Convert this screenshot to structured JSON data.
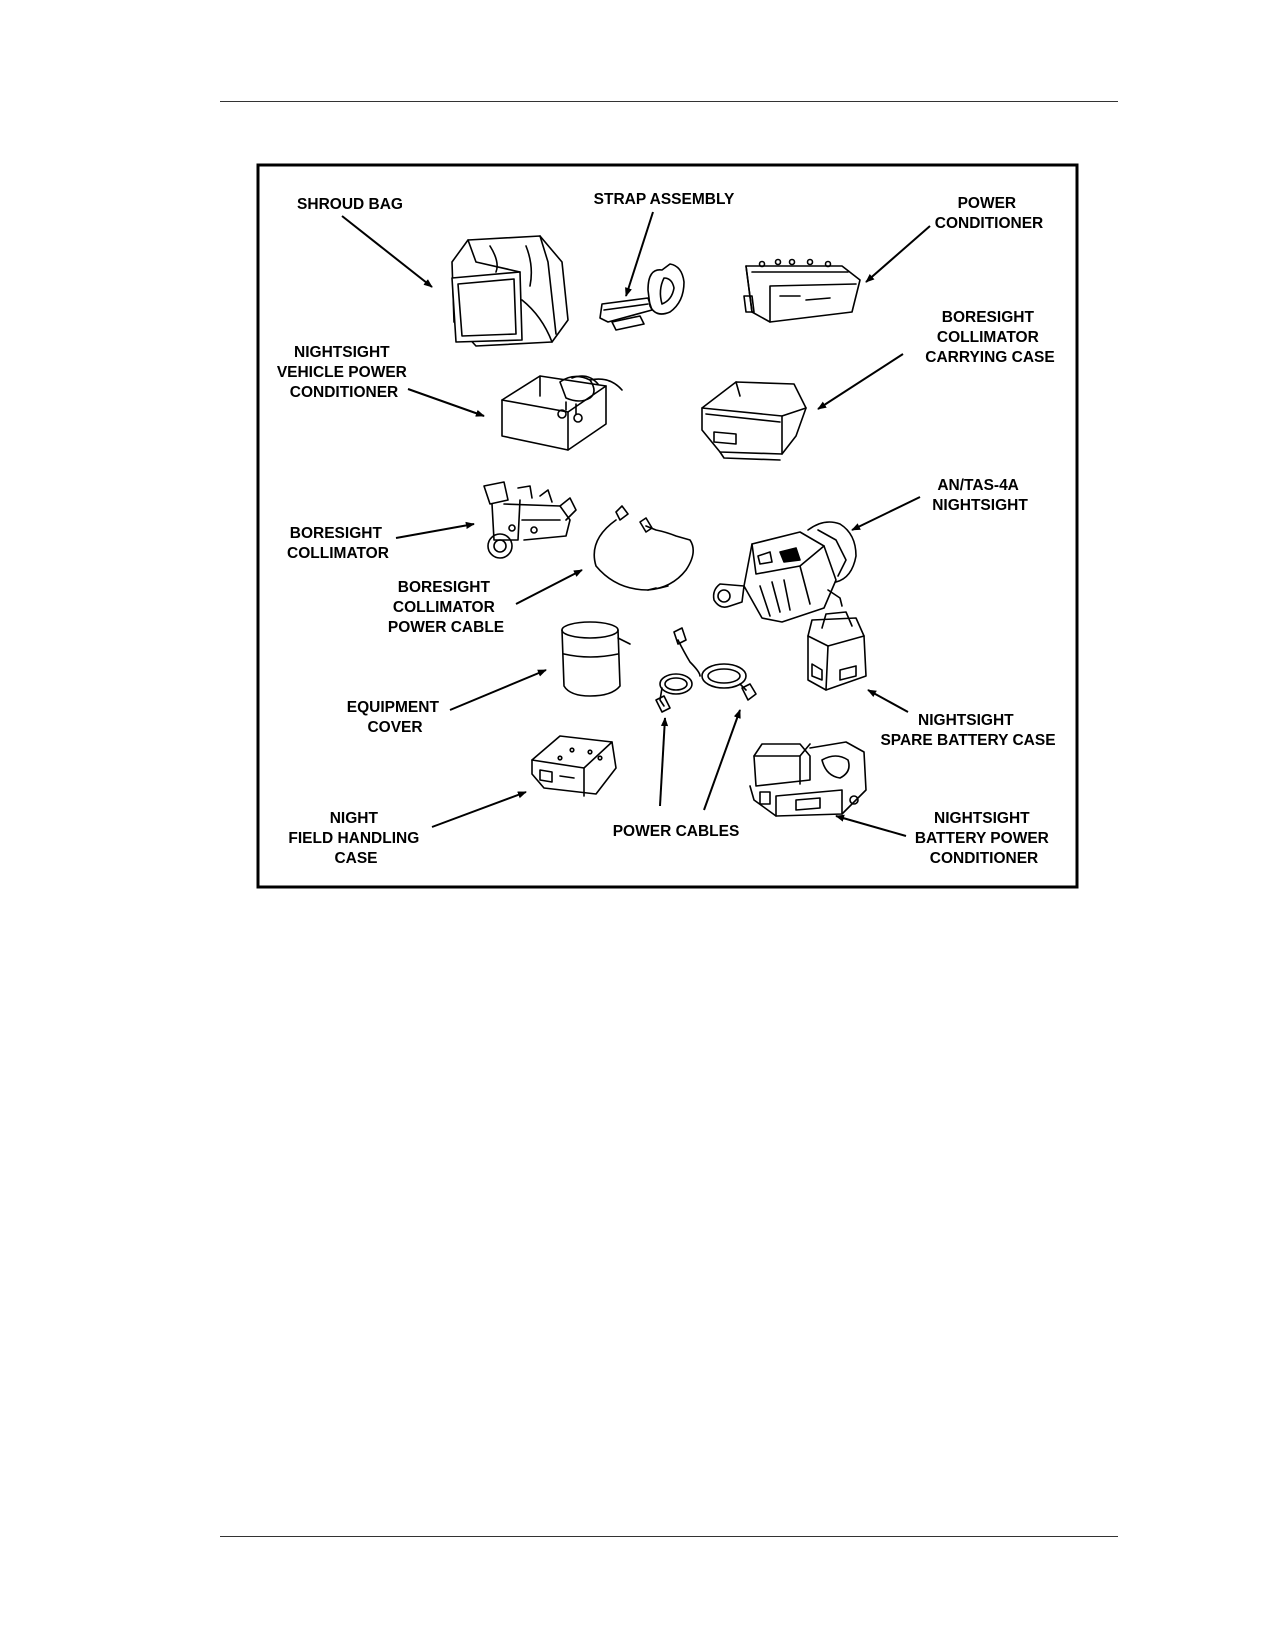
{
  "figure": {
    "labels": {
      "shroud_bag": [
        "SHROUD BAG"
      ],
      "strap_assembly": [
        "STRAP ASSEMBLY"
      ],
      "power_conditioner": [
        "POWER",
        "CONDITIONER"
      ],
      "vehicle_power_conditioner": [
        "NIGHTSIGHT",
        "VEHICLE POWER",
        "CONDITIONER"
      ],
      "collimator_carrying_case": [
        "BORESIGHT",
        "COLLIMATOR",
        "CARRYING CASE"
      ],
      "boresight_collimator": [
        "BORESIGHT",
        "COLLIMATOR"
      ],
      "nightsight": [
        "AN/TAS-4A",
        "NIGHTSIGHT"
      ],
      "collimator_power_cable": [
        "BORESIGHT",
        "COLLIMATOR",
        "POWER CABLE"
      ],
      "equipment_cover": [
        "EQUIPMENT",
        "COVER"
      ],
      "spare_battery_case": [
        "NIGHTSIGHT",
        "SPARE BATTERY CASE"
      ],
      "field_handling_case": [
        "NIGHT",
        "FIELD HANDLING",
        "CASE"
      ],
      "power_cables": [
        "POWER CABLES"
      ],
      "battery_power_conditioner": [
        "NIGHTSIGHT",
        "BATTERY POWER",
        "CONDITIONER"
      ]
    }
  }
}
